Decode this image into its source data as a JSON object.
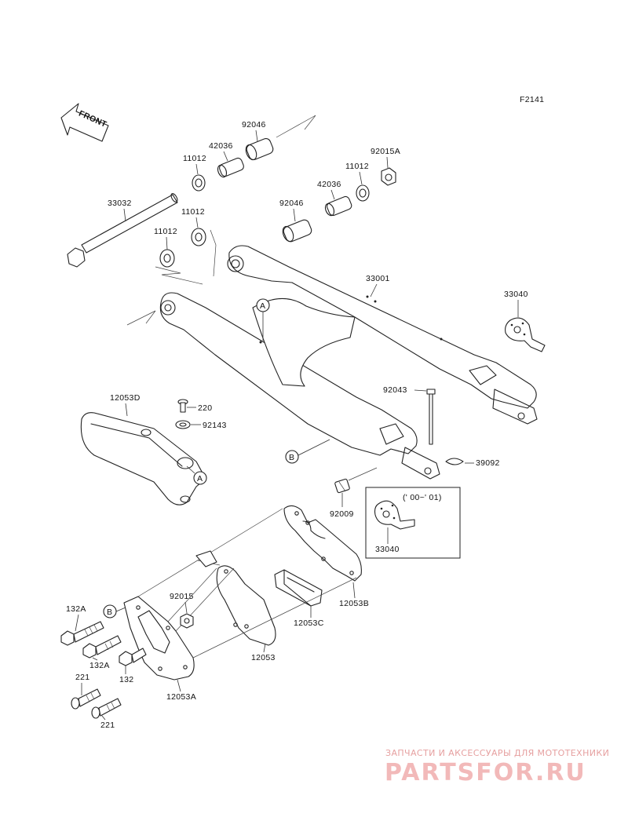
{
  "diagram_code": "F2141",
  "front_label": "FRONT",
  "labels": {
    "p92046_top": "92046",
    "p42036_top": "42036",
    "p11012_a": "11012",
    "p33032": "33032",
    "p11012_b": "11012",
    "p11012_c": "11012",
    "p92046_mid": "92046",
    "p42036_mid": "42036",
    "p11012_d": "11012",
    "p92015A": "92015A",
    "p33001": "33001",
    "p33040_right": "33040",
    "p92043": "92043",
    "p39092": "39092",
    "p12053D": "12053D",
    "p220": "220",
    "p92143": "92143",
    "p92009": "92009",
    "inset_note": "(' 00~' 01)",
    "p33040_inset": "33040",
    "p132A_a": "132A",
    "p92015": "92015",
    "p132A_b": "132A",
    "p132": "132",
    "p221_a": "221",
    "p221_b": "221",
    "p12053": "12053",
    "p12053A": "12053A",
    "p12053B": "12053B",
    "p12053C": "12053C"
  },
  "callouts": {
    "A1": "A",
    "A2": "A",
    "B1": "B",
    "B2": "B"
  },
  "watermark": {
    "tagline": "ЗАПЧАСТИ И АКСЕССУАРЫ ДЛЯ МОТОТЕХНИКИ",
    "brand": "PARTSFOR.RU"
  }
}
